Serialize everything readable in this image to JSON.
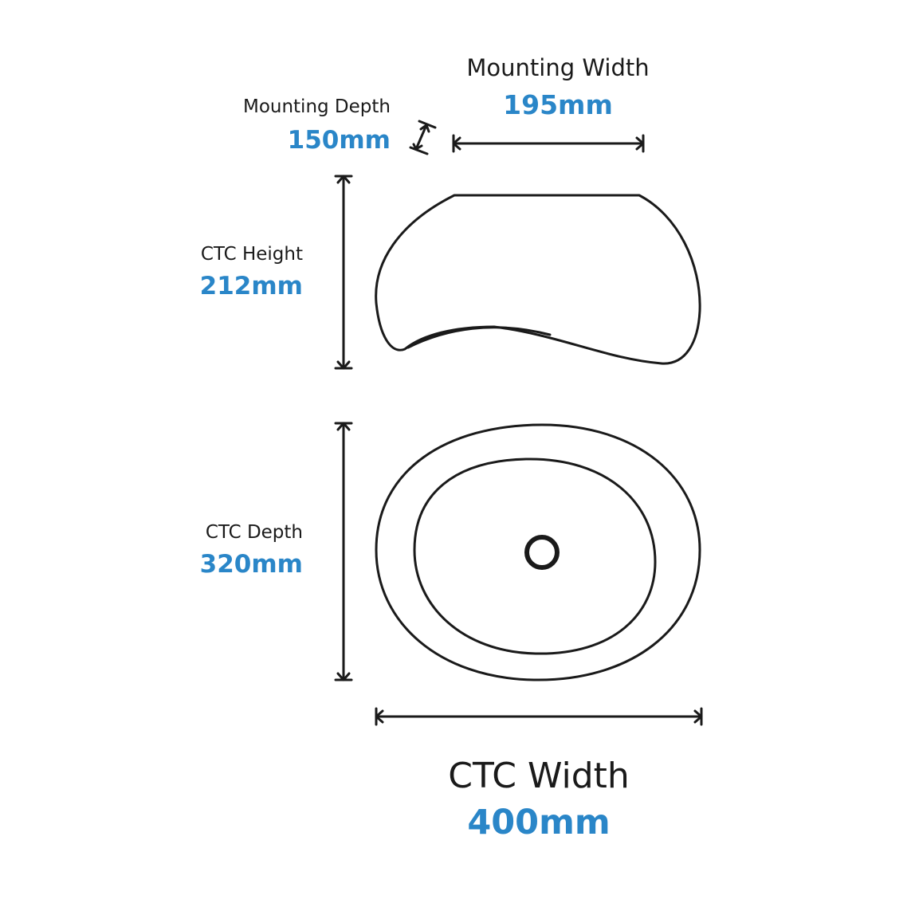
{
  "dimensions": {
    "mounting_width": {
      "label": "Mounting Width",
      "value": "195mm"
    },
    "mounting_depth": {
      "label": "Mounting Depth",
      "value": "150mm"
    },
    "ctc_height": {
      "label": "CTC Height",
      "value": "212mm"
    },
    "ctc_depth": {
      "label": "CTC Depth",
      "value": "320mm"
    },
    "ctc_width": {
      "label": "CTC Width",
      "value": "400mm"
    }
  },
  "colors": {
    "accent": "#2a86c8",
    "line": "#1a1a1a"
  }
}
